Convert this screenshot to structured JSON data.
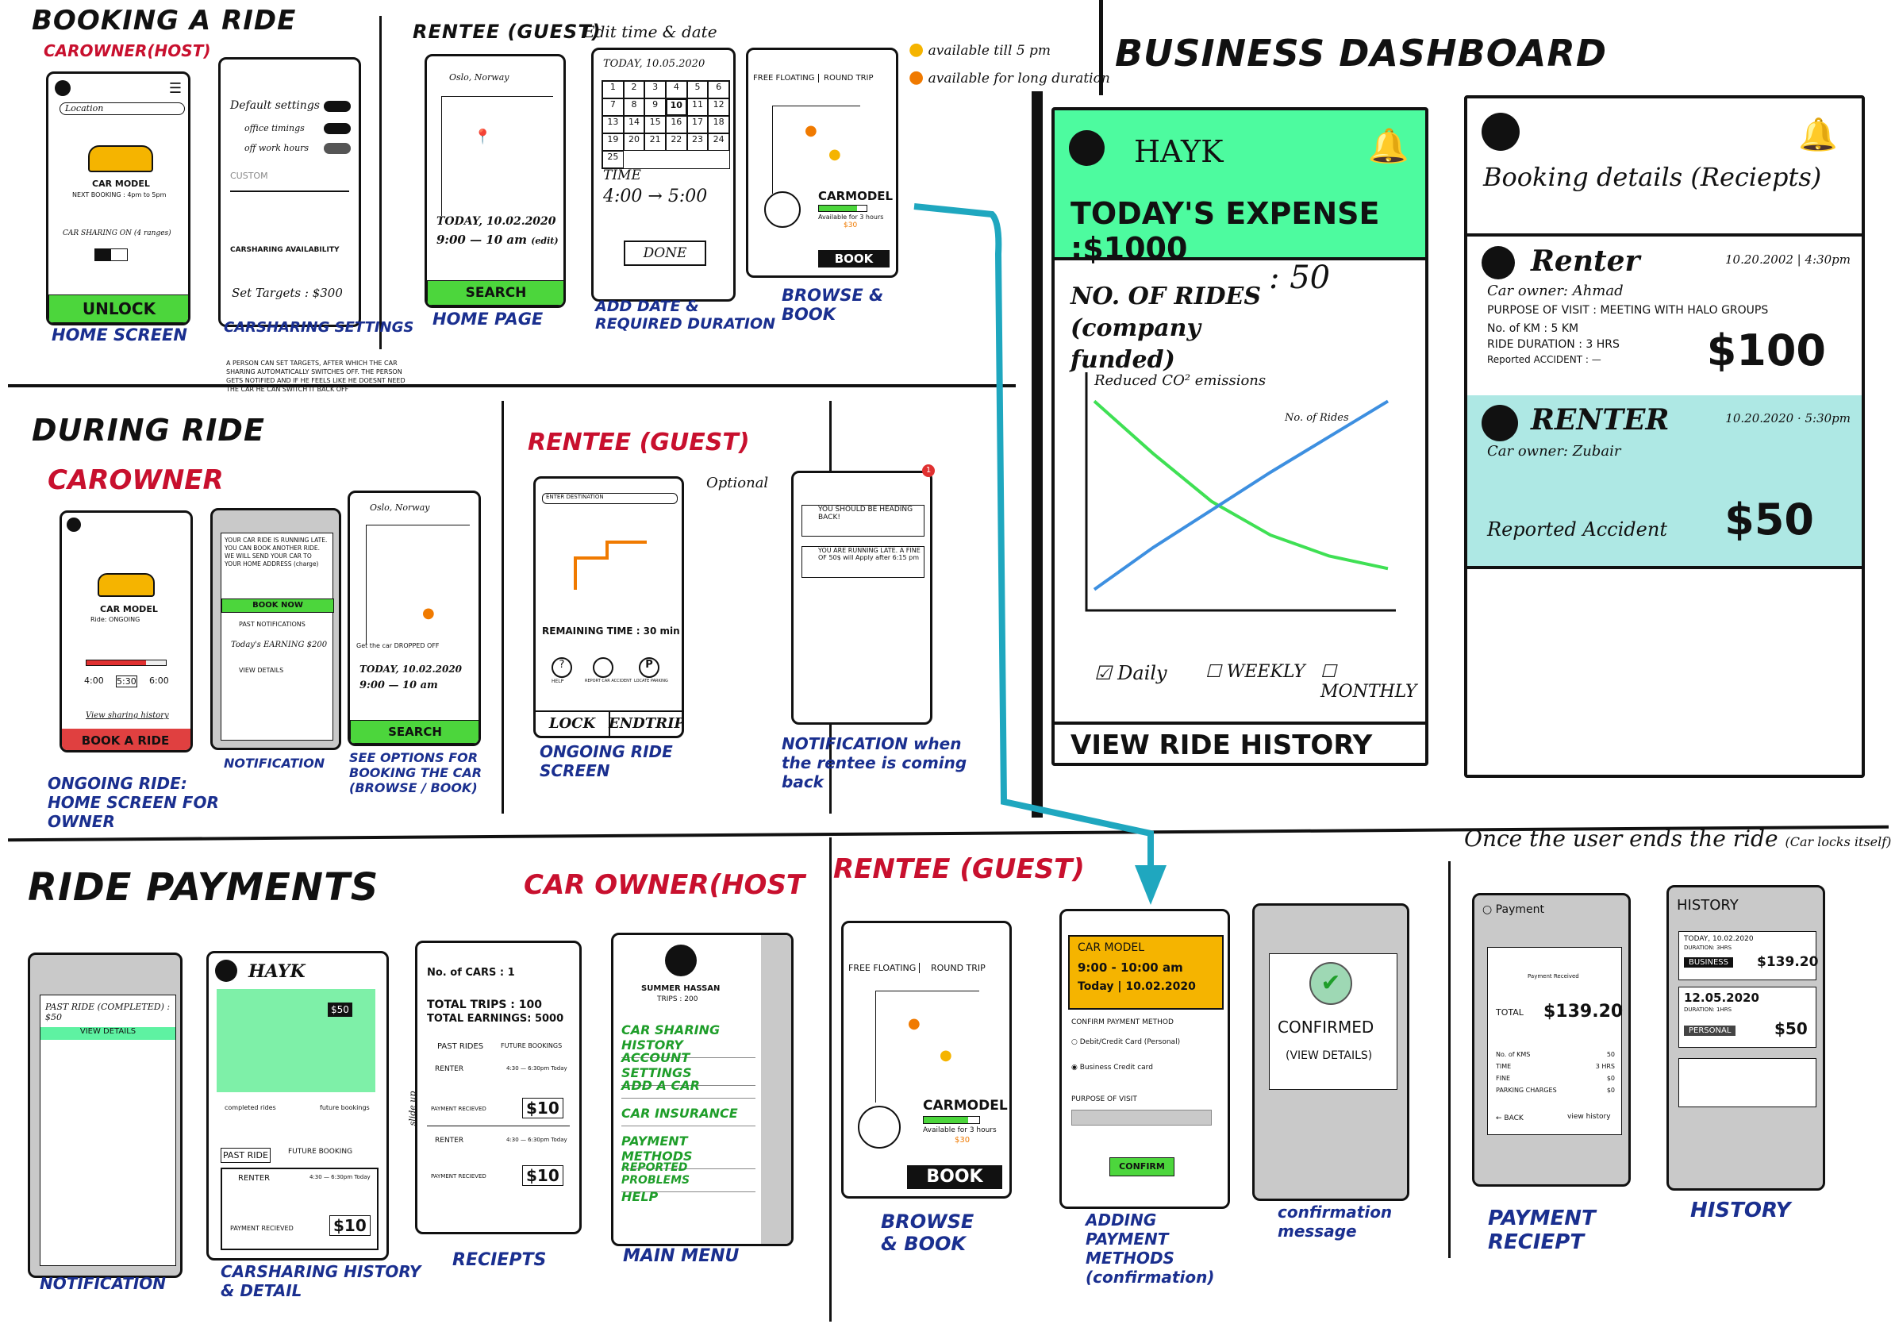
{
  "sections": {
    "booking": {
      "title": "BOOKING A RIDE",
      "sub_owner": "CAROWNER(HOST)",
      "sub_rentee": "RENTEE (GUEST)",
      "edit_time_note": "Edit time & date"
    },
    "during": {
      "title": "DURING RIDE",
      "sub_owner": "CAROWNER",
      "sub_rentee": "RENTEE (GUEST)"
    },
    "payments": {
      "title": "RIDE PAYMENTS",
      "sub_owner": "CAR OWNER(HOST",
      "sub_rentee": "RENTEE (GUEST)",
      "ends_note": "Once the user ends the ride",
      "ends_note_small": "(Car locks itself)"
    },
    "dashboard": {
      "title": "BUSINESS DASHBOARD"
    }
  },
  "legend": {
    "yellow": "available till 5 pm",
    "orange": "available for long duration"
  },
  "booking_screens": {
    "home": {
      "search_placeholder": "Location",
      "car_model": "CAR MODEL",
      "next_booking": "NEXT BOOKING : 4pm to 5pm",
      "sharing": "CAR SHARING ON (4 ranges)",
      "unlock": "UNLOCK",
      "caption": "HOME SCREEN"
    },
    "settings": {
      "default": "Default settings",
      "office": "office timings",
      "work": "off work hours",
      "custom": "CUSTOM",
      "availability": "CARSHARING AVAILABILITY",
      "targets": "Set Targets : $300",
      "caption": "CARSHARING SETTINGS",
      "note": "A PERSON CAN SET TARGETS, AFTER WHICH THE CAR SHARING AUTOMATICALLY SWITCHES OFF. THE PERSON GETS NOTIFIED AND IF HE FEELS LIKE HE DOESNT NEED THE CAR HE CAN SWITCH IT BACK OFF"
    },
    "rentee_home": {
      "location": "Oslo, Norway",
      "date": "TODAY, 10.02.2020",
      "time": "9:00 — 10 am",
      "edit": "(edit)",
      "search": "SEARCH",
      "caption": "HOME PAGE"
    },
    "date": {
      "today": "TODAY, 10.05.2020",
      "days": [
        "1",
        "2",
        "3",
        "4",
        "5",
        "6",
        "7",
        "8",
        "9",
        "10",
        "11",
        "12",
        "13",
        "14",
        "15",
        "16",
        "17",
        "18",
        "19",
        "20",
        "21",
        "22",
        "23",
        "24",
        "25"
      ],
      "time_label": "TIME",
      "time_value": "4:00 → 5:00",
      "done": "DONE",
      "caption": "ADD DATE & REQUIRED DURATION"
    },
    "browse": {
      "tab1": "FREE FLOATING",
      "tab2": "ROUND TRIP",
      "car": "CARMODEL",
      "avail": "Available for 3 hours",
      "price": "$30",
      "book": "BOOK",
      "caption": "BROWSE & BOOK"
    }
  },
  "during_screens": {
    "owner_home": {
      "car_model": "CAR MODEL",
      "ride": "Ride: ONGOING",
      "t1": "4:00",
      "t2": "5:30",
      "t3": "6:00",
      "view": "View sharing history",
      "book": "BOOK A RIDE",
      "caption": "ONGOING RIDE: HOME SCREEN FOR OWNER"
    },
    "notification": {
      "text": "YOUR CAR RIDE IS RUNNING LATE. YOU CAN BOOK ANOTHER RIDE. WE WILL SEND YOUR CAR TO YOUR HOME ADDRESS (charge)",
      "book_now": "BOOK NOW",
      "past": "PAST NOTIFICATIONS",
      "earning": "Today's EARNING $200",
      "details": "VIEW DETAILS",
      "caption": "NOTIFICATION"
    },
    "options": {
      "location": "Oslo, Norway",
      "dropped": "Get the car DROPPED OFF",
      "date": "TODAY, 10.02.2020",
      "time": "9:00 — 10 am",
      "search": "SEARCH",
      "caption": "SEE OPTIONS FOR BOOKING THE CAR (BROWSE / BOOK)"
    },
    "rentee_ride": {
      "dest": "ENTER DESTINATION",
      "optional": "Optional",
      "remaining": "REMAINING TIME",
      "remaining_val": ": 30 min",
      "help": "HELP",
      "report": "REPORT CAR ACCIDENT",
      "parking": "LOCATE PARKING",
      "lock": "LOCK",
      "end": "ENDTRIP",
      "caption": "ONGOING RIDE SCREEN"
    },
    "rentee_notif": {
      "n1": "YOU SHOULD BE HEADING BACK!",
      "n2": "YOU ARE RUNNING LATE. A FINE OF 50$ will Apply after 6:15 pm",
      "badge": "1",
      "caption": "NOTIFICATION when the rentee is coming back"
    }
  },
  "dashboard": {
    "name": "HAYK",
    "expense": "TODAY'S EXPENSE :$1000",
    "rides_label": "NO. OF RIDES (company funded)",
    "rides_value": ": 50",
    "series1": "Reduced CO² emissions",
    "series2": "No. of Rides",
    "filters": [
      "Daily",
      "WEEKLY",
      "MONTHLY"
    ],
    "history": "VIEW RIDE HISTORY",
    "booking_title": "Booking details (Reciepts)",
    "r1": {
      "title": "Renter",
      "date": "10.20.2002 | 4:30pm",
      "owner": "Car owner: Ahmad",
      "purpose": "PURPOSE OF VISIT : MEETING WITH HALO GROUPS",
      "km": "No. of KM : 5 KM",
      "duration": "RIDE DURATION : 3 HRS",
      "accident": "Reported ACCIDENT : —",
      "amount": "$100"
    },
    "r2": {
      "title": "RENTER",
      "date": "10.20.2020 · 5:30pm",
      "owner": "Car owner: Zubair",
      "accident": "Reported Accident",
      "amount": "$50"
    }
  },
  "chart_data": {
    "type": "line",
    "series": [
      {
        "name": "Reduced CO² emissions",
        "values": [
          10,
          7.5,
          5.2,
          3.6,
          2.6,
          2.0
        ]
      },
      {
        "name": "No. of Rides",
        "values": [
          1,
          3,
          4.8,
          6.6,
          8.3,
          10
        ]
      }
    ],
    "x": [
      0,
      1,
      2,
      3,
      4,
      5
    ],
    "ylim": [
      0,
      11
    ],
    "colors": [
      "#3fe054",
      "#3d8fe0"
    ],
    "grid": false
  },
  "payment_screens": {
    "notif": {
      "past": "PAST RIDE (COMPLETED) : $50",
      "details": "VIEW DETAILS",
      "caption": "NOTIFICATION"
    },
    "history": {
      "name": "HAYK",
      "price": "$50",
      "legend1": "completed rides",
      "legend2": "future bookings",
      "tab1": "PAST RIDE",
      "tab2": "FUTURE BOOKING",
      "renter": "RENTER",
      "time": "4:30 — 6:30pm Today",
      "received": "PAYMENT RECIEVED",
      "amount": "$10",
      "slide": "slide up",
      "caption": "CARSHARING HISTORY & DETAIL"
    },
    "receipts": {
      "cars": "No. of CARS : 1",
      "trips": "TOTAL TRIPS : 100",
      "earnings": "TOTAL EARNINGS: 5000",
      "tab1": "PAST RIDES",
      "tab2": "FUTURE BOOKINGS",
      "renter": "RENTER",
      "time": "4:30 — 6:30pm Today",
      "received": "PAYMENT RECIEVED",
      "amount": "$10",
      "caption": "RECIEPTS"
    },
    "menu": {
      "user": "SUMMER HASSAN",
      "trips": "TRIPS : 200",
      "items": [
        "CAR SHARING HISTORY",
        "ACCOUNT SETTINGS",
        "ADD A CAR",
        "CAR INSURANCE",
        "PAYMENT METHODS",
        "REPORTED PROBLEMS",
        "HELP"
      ],
      "caption": "MAIN MENU"
    },
    "browse": {
      "tab1": "FREE FLOATING",
      "tab2": "ROUND TRIP",
      "car": "CARMODEL",
      "avail": "Available for 3 hours",
      "price": "$30",
      "book": "BOOK",
      "caption": "BROWSE & BOOK"
    },
    "add_payment": {
      "car": "CAR MODEL",
      "time": "9:00 - 10:00 am",
      "date": "Today | 10.02.2020",
      "confirm_method": "CONFIRM PAYMENT METHOD",
      "opt1": "Debit/Credit Card (Personal)",
      "opt2": "Business Credit card",
      "purpose": "PURPOSE OF VISIT",
      "confirm": "CONFIRM",
      "caption": "ADDING PAYMENT METHODS (confirmation)"
    },
    "confirmed": {
      "text": "CONFIRMED",
      "details": "(VIEW DETAILS)",
      "caption": "confirmation message"
    },
    "receipt": {
      "title": "Payment",
      "status": "Payment Received",
      "total_label": "TOTAL",
      "total": "$139.20",
      "rows": [
        [
          "No. of KMS",
          "50"
        ],
        [
          "TIME",
          "3 HRS"
        ],
        [
          "FINE",
          "$0"
        ],
        [
          "PARKING CHARGES",
          "$0"
        ]
      ],
      "back": "BACK",
      "view": "view history",
      "caption": "PAYMENT RECIEPT"
    },
    "hist": {
      "title": "HISTORY",
      "d1": "TODAY, 10.02.2020",
      "dur1": "DURATION: 3HRS",
      "tag1": "BUSINESS",
      "amt1": "$139.20",
      "d2": "12.05.2020",
      "dur2": "DURATION: 1HRS",
      "tag2": "PERSONAL",
      "amt2": "$50",
      "caption": "HISTORY"
    }
  }
}
